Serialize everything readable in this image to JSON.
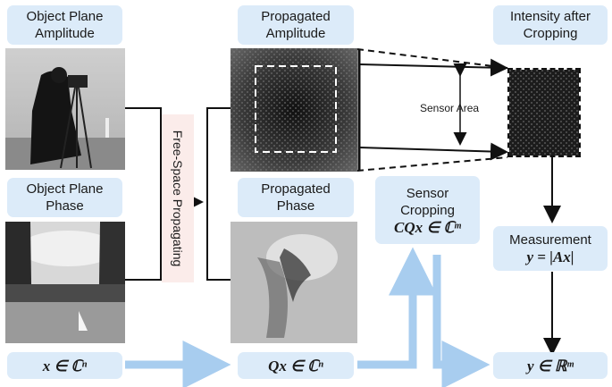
{
  "labels": {
    "object_amplitude": [
      "Object Plane",
      "Amplitude"
    ],
    "object_phase": [
      "Object Plane",
      "Phase"
    ],
    "propagated_amplitude": [
      "Propagated",
      "Amplitude"
    ],
    "propagated_phase": [
      "Propagated",
      "Phase"
    ],
    "intensity_cropping": [
      "Intensity after",
      "Cropping"
    ],
    "sensor_cropping": [
      "Sensor",
      "Cropping"
    ],
    "measurement": "Measurement",
    "free_space": "Free-Space Propagating",
    "sensor_area": "Sensor Area"
  },
  "math": {
    "x": "x ∈ ℂⁿ",
    "qx": "Qx ∈ ℂⁿ",
    "cqx": "CQx ∈ ℂᵐ",
    "y_eq": "y = |Ax|",
    "y_real": "y ∈ ℝᵐ"
  },
  "colors": {
    "label_bg": "#dcebf9",
    "flow_arrow": "#a8cdef",
    "free_space_bg": "#fbecea"
  }
}
